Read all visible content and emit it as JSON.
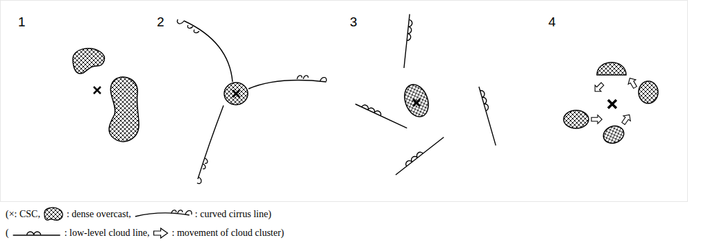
{
  "diagram": {
    "labels": [
      "1",
      "2",
      "3",
      "4",
      "("
    ],
    "legend": [
      {
        "text": "(×: CSC,"
      },
      {
        "text": ": dense overcast,"
      },
      {
        "text": ": curved cirrus line)"
      },
      {
        "text": ": low-level cloud line,"
      },
      {
        "text": ": movement of cloud cluster)"
      }
    ]
  }
}
